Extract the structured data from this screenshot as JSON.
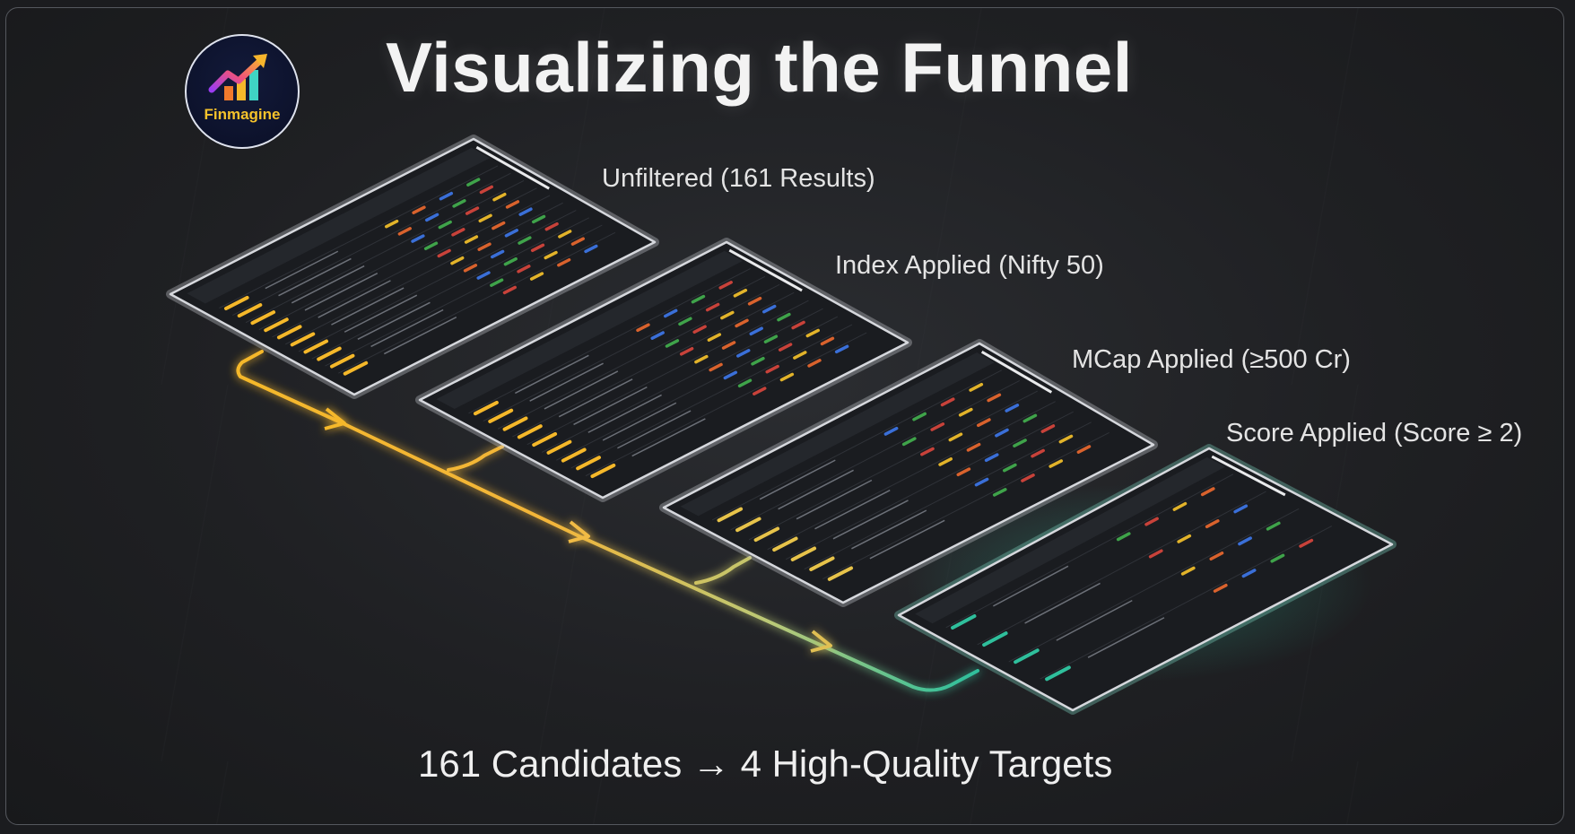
{
  "title": "Visualizing the Funnel",
  "logo": {
    "text": "Finmagine",
    "icon": "rising-chart-icon"
  },
  "stages": [
    {
      "label": "Unfiltered (161 Results)"
    },
    {
      "label": "Index Applied (Nifty 50)"
    },
    {
      "label": "MCap Applied (≥500 Cr)"
    },
    {
      "label": "Score Applied (Score ≥ 2)"
    }
  ],
  "footer": "161 Candidates → 4 High-Quality Targets",
  "colors": {
    "background": "#1b1c1f",
    "flow_start": "#f5b82a",
    "flow_end": "#2fbf9c",
    "panel": "#1c1e22",
    "panel_border": "#b9bcc2"
  }
}
